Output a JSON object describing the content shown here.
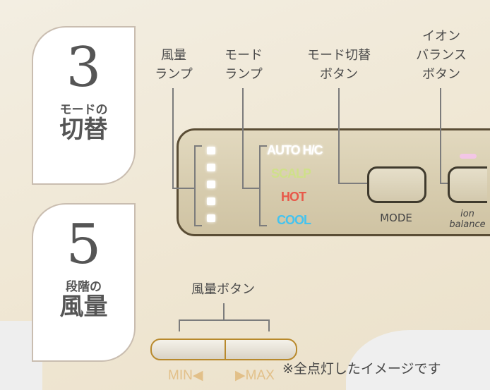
{
  "cards": [
    {
      "number": "3",
      "sub": "モードの",
      "big": "切替"
    },
    {
      "number": "5",
      "sub": "段階の",
      "big": "風量"
    }
  ],
  "labels": {
    "wind_lamp": [
      "風量",
      "ランプ"
    ],
    "mode_lamp": [
      "モード",
      "ランプ"
    ],
    "mode_button": [
      "モード切替",
      "ボタン"
    ],
    "ion_button": [
      "イオン",
      "バランス",
      "ボタン"
    ],
    "wind_button": "風量ボタン"
  },
  "panel": {
    "wind_levels": 5,
    "modes": [
      {
        "label": "AUTO H/C",
        "color": "#ffffff"
      },
      {
        "label": "SCALP",
        "color": "#cfe08a"
      },
      {
        "label": "HOT",
        "color": "#e8594a"
      },
      {
        "label": "COOL",
        "color": "#45c3ee"
      }
    ],
    "mode_button_label": "MODE",
    "ion_label": [
      "ion",
      "balance"
    ],
    "ion_indicator_color": "#f3c6e6"
  },
  "wind_control": {
    "min": "MIN◀",
    "max": "▶MAX"
  },
  "note": "※全点灯したイメージです"
}
